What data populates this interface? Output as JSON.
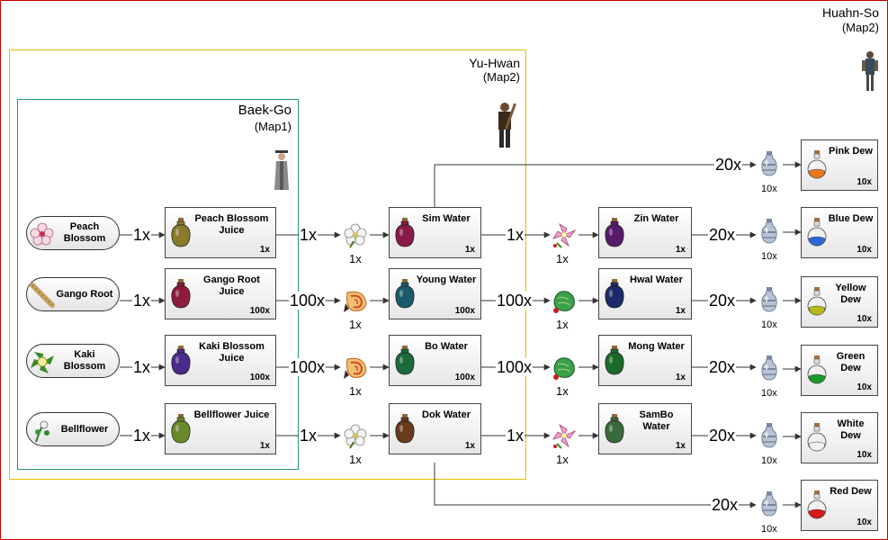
{
  "regions": {
    "huahn_so": {
      "name": "Huahn-So",
      "map": "(Map2)",
      "color": "#cc0000"
    },
    "yu_hwan": {
      "name": "Yu-Hwan",
      "map": "(Map2)",
      "color": "#e0c000"
    },
    "baek_go": {
      "name": "Baek-Go",
      "map": "(Map1)",
      "color": "#229966"
    }
  },
  "sources": [
    {
      "label": "Peach Blossom",
      "icon": "peach-blossom-icon"
    },
    {
      "label": "Gango Root",
      "icon": "gango-root-icon"
    },
    {
      "label": "Kaki Blossom",
      "icon": "kaki-blossom-icon"
    },
    {
      "label": "Bellflower",
      "icon": "bellflower-icon"
    }
  ],
  "juices": [
    {
      "label": "Peach Blossom Juice",
      "qty": "1x",
      "color": "#8a7a2a",
      "in_rate": "1x",
      "out_rate": "1x",
      "mat_count": "1x",
      "mat_icon": "white-flower-icon"
    },
    {
      "label": "Gango Root Juice",
      "qty": "100x",
      "color": "#8e1a3c",
      "in_rate": "1x",
      "out_rate": "100x",
      "mat_count": "1x",
      "mat_icon": "orange-shell-icon"
    },
    {
      "label": "Kaki Blossom Juice",
      "qty": "100x",
      "color": "#4a2a8a",
      "in_rate": "1x",
      "out_rate": "100x",
      "mat_count": "1x",
      "mat_icon": "orange-shell-icon"
    },
    {
      "label": "Bellflower Juice",
      "qty": "1x",
      "color": "#6a8a2a",
      "in_rate": "1x",
      "out_rate": "1x",
      "mat_count": "1x",
      "mat_icon": "white-flower-icon"
    }
  ],
  "waters": [
    {
      "label": "Sim Water",
      "qty": "1x",
      "color": "#8a1a4a",
      "out_rate": "1x",
      "mat_count": "1x",
      "mat_icon": "pink-flower-icon"
    },
    {
      "label": "Young Water",
      "qty": "100x",
      "color": "#1a5a6a",
      "out_rate": "100x",
      "mat_count": "1x",
      "mat_icon": "green-leaf-icon"
    },
    {
      "label": "Bo Water",
      "qty": "100x",
      "color": "#1a6a3a",
      "out_rate": "100x",
      "mat_count": "1x",
      "mat_icon": "green-leaf-icon"
    },
    {
      "label": "Dok Water",
      "qty": "1x",
      "color": "#6a3a1a",
      "out_rate": "1x",
      "mat_count": "1x",
      "mat_icon": "pink-flower-icon"
    }
  ],
  "waters2": [
    {
      "label": "Zin Water",
      "qty": "1x",
      "color": "#5a1a6a",
      "out_rate": "20x"
    },
    {
      "label": "Hwal Water",
      "qty": "1x",
      "color": "#1a2a6a",
      "out_rate": "20x"
    },
    {
      "label": "Mong Water",
      "qty": "1x",
      "color": "#1a6a2a",
      "out_rate": "20x"
    },
    {
      "label": "SamBo Water",
      "qty": "1x",
      "color": "#3a6a3a",
      "out_rate": "20x"
    }
  ],
  "dews": [
    {
      "label": "Pink Dew",
      "qty": "10x",
      "color": "#e87a1a",
      "rate": "20x",
      "vial_count": "10x"
    },
    {
      "label": "Blue Dew",
      "qty": "10x",
      "color": "#2a6ad8",
      "rate": "20x",
      "vial_count": "10x"
    },
    {
      "label": "Yellow Dew",
      "qty": "10x",
      "color": "#b8b81a",
      "rate": "20x",
      "vial_count": "10x"
    },
    {
      "label": "Green Dew",
      "qty": "10x",
      "color": "#1a9a2a",
      "rate": "20x",
      "vial_count": "10x"
    },
    {
      "label": "White Dew",
      "qty": "10x",
      "color": "#f0f0f0",
      "rate": "20x",
      "vial_count": "10x"
    },
    {
      "label": "Red Dew",
      "qty": "10x",
      "color": "#d81a1a",
      "rate": "20x",
      "vial_count": "10x"
    }
  ]
}
